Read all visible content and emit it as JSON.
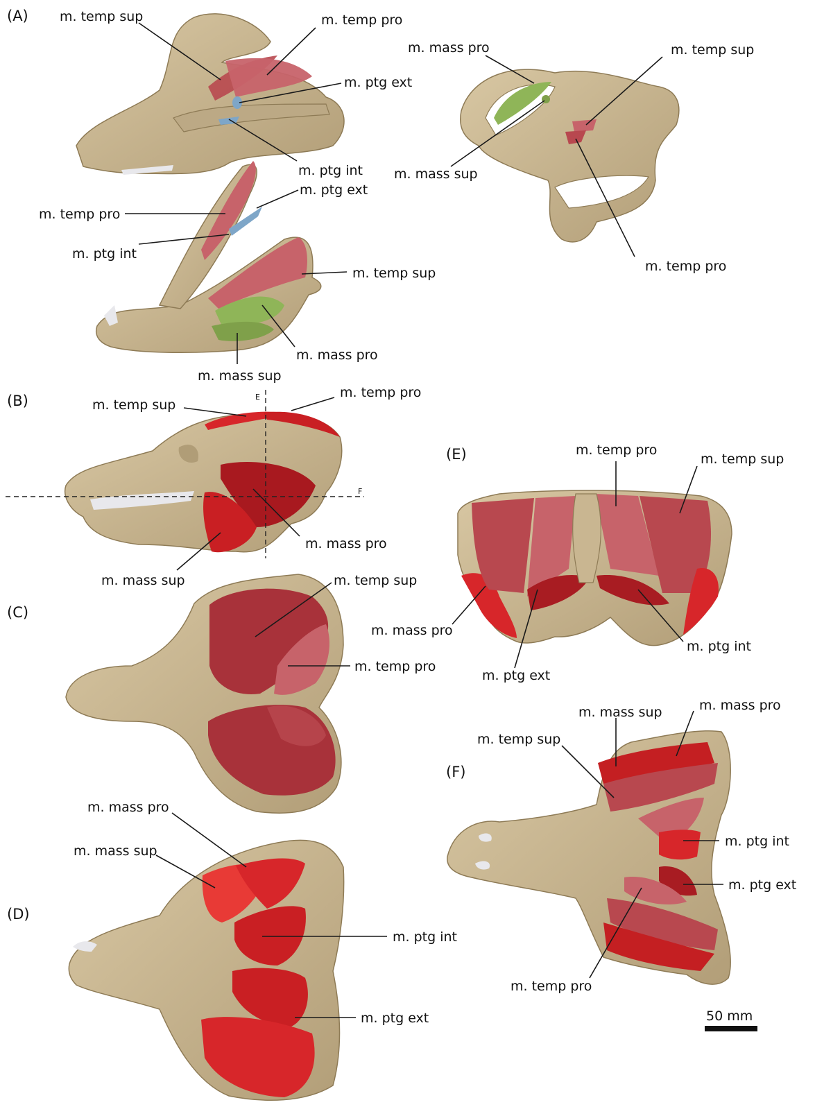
{
  "colors": {
    "bone": "#c9b691",
    "bone_shadow": "#a8946c",
    "temp_sup": "#a8323a",
    "temp_pro": "#c7636a",
    "mass_sup": "#7fa04a",
    "mass_pro": "#8fb558",
    "mass_red": "#c41f22",
    "ptg": "#7ea6c8",
    "ptg_red": "#a81c22",
    "teeth": "#e8e8ec"
  },
  "panels": {
    "A": "(A)",
    "B": "(B)",
    "C": "(C)",
    "D": "(D)",
    "E": "(E)",
    "F": "(F)"
  },
  "section_markers": {
    "E": "E",
    "F": "F"
  },
  "labels": {
    "a_temp_sup": "m. temp sup",
    "a_temp_pro": "m. temp pro",
    "a_ptg_ext": "m. ptg ext",
    "a_ptg_int": "m. ptg int",
    "a_man_ptg_ext": "m. ptg ext",
    "a_man_temp_pro": "m. temp pro",
    "a_man_ptg_int": "m. ptg int",
    "a_man_temp_sup": "m. temp sup",
    "a_man_mass_pro": "m. mass pro",
    "a_man_mass_sup": "m. mass sup",
    "a2_mass_pro": "m. mass pro",
    "a2_temp_sup": "m. temp sup",
    "a2_mass_sup": "m. mass sup",
    "a2_temp_pro": "m. temp pro",
    "b_temp_sup": "m. temp sup",
    "b_temp_pro": "m. temp pro",
    "b_mass_pro": "m. mass pro",
    "b_mass_sup": "m. mass sup",
    "c_temp_sup": "m. temp sup",
    "c_temp_pro": "m. temp pro",
    "d_mass_pro": "m. mass pro",
    "d_mass_sup": "m. mass sup",
    "d_ptg_int": "m. ptg int",
    "d_ptg_ext": "m. ptg ext",
    "e_temp_pro": "m. temp pro",
    "e_temp_sup": "m. temp sup",
    "e_mass_pro": "m. mass pro",
    "e_ptg_int": "m. ptg int",
    "e_ptg_ext": "m. ptg ext",
    "f_mass_sup": "m. mass sup",
    "f_mass_pro": "m. mass pro",
    "f_temp_sup": "m. temp sup",
    "f_ptg_int": "m. ptg int",
    "f_ptg_ext": "m. ptg ext",
    "f_temp_pro": "m. temp pro"
  },
  "scale_bar": "50 mm"
}
